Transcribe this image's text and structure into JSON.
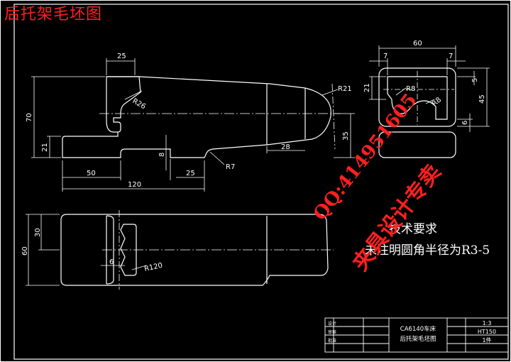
{
  "title": "后托架毛坯图",
  "watermark": {
    "qq": "QQ:414951605",
    "text": "夹具设计专卖"
  },
  "tech_requirements": {
    "heading": "技术要求",
    "line1": "未注明圆角半径为R3-5"
  },
  "front_view": {
    "dims": {
      "top_width": "25",
      "radius_upper": "R26",
      "radius_right": "R21",
      "height_total": "70",
      "height_lower": "21",
      "height_right": "35",
      "width_28": "28",
      "slot_height": "8",
      "width_50": "50",
      "width_25": "25",
      "width_120": "120",
      "radius_r7": "R7"
    }
  },
  "side_view": {
    "dims": {
      "width_60": "60",
      "width_7_left": "7",
      "width_7_right": "7",
      "height_21": "21",
      "radius_r8_top": "R8",
      "radius_r8_bottom": "R8",
      "height_5": "5",
      "height_45": "45",
      "height_6": "6"
    }
  },
  "top_view": {
    "dims": {
      "height_60": "60",
      "height_30": "30",
      "width_6": "6",
      "radius_r120": "R120"
    }
  },
  "title_block": {
    "drawing_name_line1": "CA6140车床",
    "drawing_name_line2": "后托架毛坯图",
    "scale": "1:3",
    "material": "HT150",
    "quantity": "1件",
    "label_design": "设计",
    "label_check": "审核",
    "label_approve": "批准"
  },
  "colors": {
    "background": "#000000",
    "lines": "#ffffff",
    "annotation_red": "#ff2020",
    "centerline": "#ffffff"
  }
}
